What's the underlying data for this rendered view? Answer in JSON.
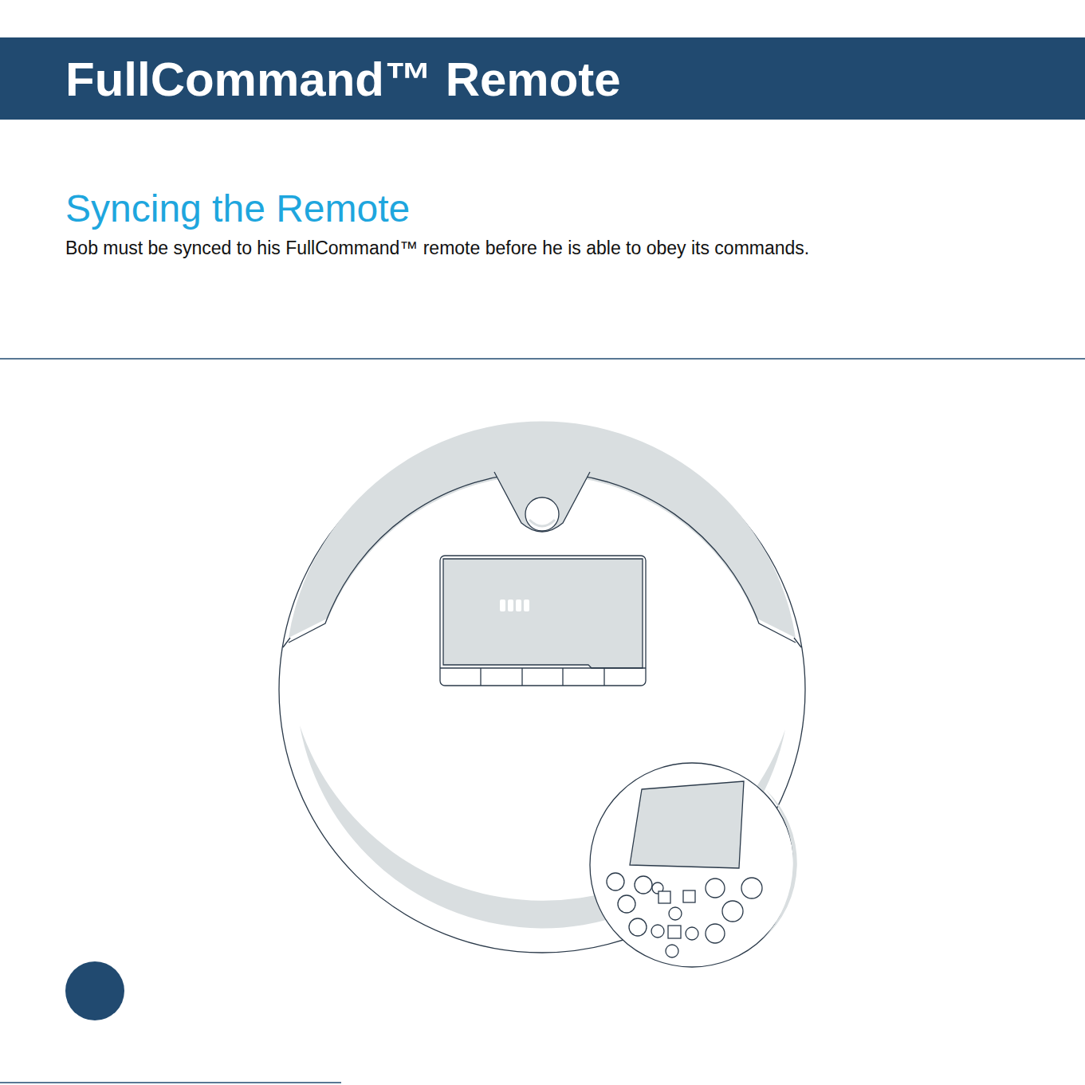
{
  "diagram": {
    "title": "FullCommand™ Remote",
    "labels": [
      "Syncing the Remote",
      "Bob must be synced to his FullCommand™ remote before he is able to obey its commands."
    ]
  }
}
